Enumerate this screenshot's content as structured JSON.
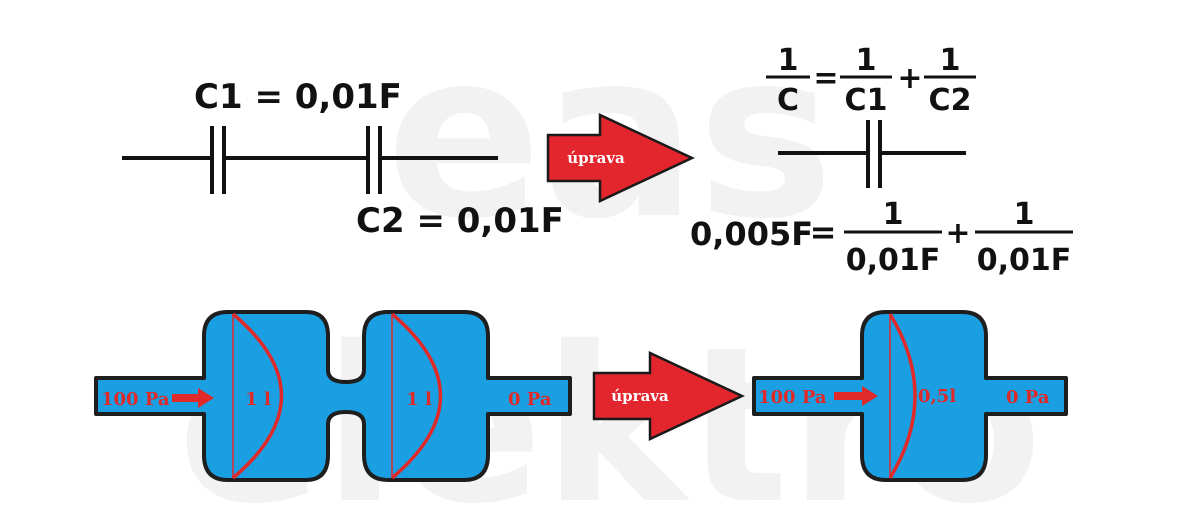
{
  "watermark": {
    "top": "eas",
    "bottom": "elektro",
    "color": "#f2f2f2"
  },
  "circuit": {
    "c1_label": "C1 = 0,01F",
    "c2_label": "C2 = 0,01F",
    "arrow_label": "úprava",
    "formula": {
      "lhs_num": "1",
      "lhs_den": "C",
      "eq": "=",
      "t1_num": "1",
      "t1_den": "C1",
      "plus": "+",
      "t2_num": "1",
      "t2_den": "C2"
    },
    "result": {
      "lhs": "0,005F",
      "eq": "=",
      "t1_num": "1",
      "t1_den": "0,01F",
      "plus": "+",
      "t2_num": "1",
      "t2_den": "0,01F"
    }
  },
  "hydraulic": {
    "left_pressure": "100 Pa",
    "chamber1_volume": "1 l",
    "chamber2_volume": "1 l",
    "right_pressure": "0 Pa",
    "arrow_label": "úprava",
    "result_left_pressure": "100 Pa",
    "result_volume": "0,5l",
    "result_right_pressure": "0 Pa"
  },
  "colors": {
    "water": "#1a9fe2",
    "outline": "#1e1e1e",
    "arrow_fill": "#e3262e",
    "arrow_stroke": "#1a1a1a",
    "membrane": "#e02a2a",
    "text": "#111111"
  }
}
